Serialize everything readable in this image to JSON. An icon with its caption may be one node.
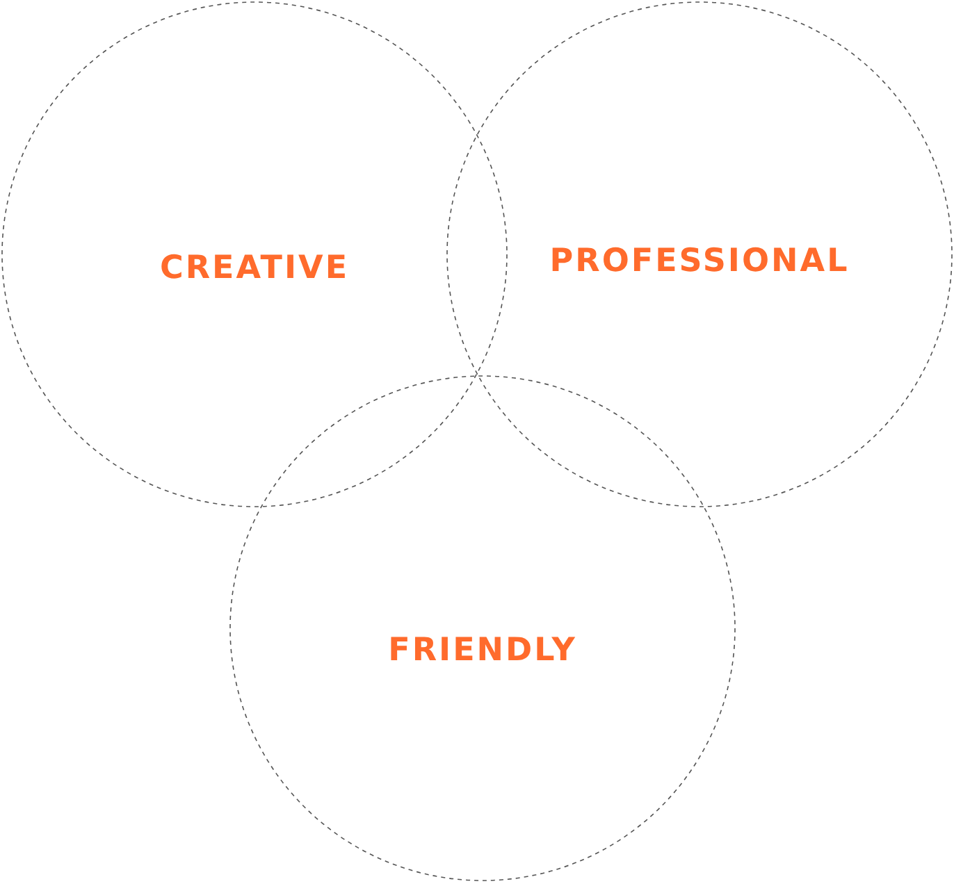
{
  "diagram": {
    "nodes": [
      {
        "text": [
          "CREATIVE"
        ]
      },
      {
        "text": [
          "PROFESSIONAL"
        ]
      },
      {
        "text": [
          "FRIENDLY"
        ]
      }
    ]
  }
}
